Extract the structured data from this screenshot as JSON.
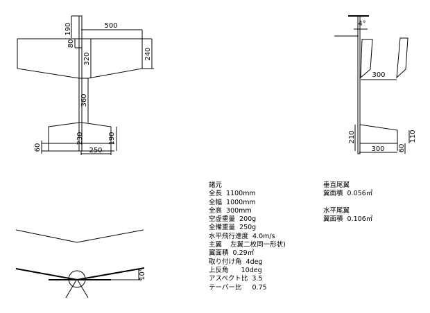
{
  "top_view": {
    "dims": {
      "nose": "190",
      "wing_half_span": "500",
      "wing_offset": "80",
      "root_chord": "320",
      "tip_chord": "240",
      "tail_arm": "360",
      "tail_root": "230",
      "tail_tip": "190",
      "tail_offset": "60",
      "tail_half_span": "250"
    }
  },
  "side_view": {
    "dims": {
      "incidence": "4°",
      "fin_gap": "300",
      "fin_height": "210",
      "fin_tip": "110",
      "fin_offset": "60",
      "fin_chord": "300"
    }
  },
  "front_view": {
    "dims": {
      "dihedral": "10°"
    }
  },
  "specs": {
    "lines": [
      "諸元",
      "全長  1100mm",
      "全幅  1000mm",
      "全高  300mm",
      "空虚重量  200g",
      "全備重量  250g",
      "水平飛行速度  4.0m/s",
      "主翼    左翼二枚同一形状)",
      "翼面積  0.29㎡",
      "取り付け角  4deg",
      "上反角      10deg",
      "アスペクト比  3.5",
      "テーパー比     0.75"
    ]
  },
  "tail_specs": {
    "vertical_title": "垂直尾翼",
    "vertical_area": "翼面積  0.056㎡",
    "horizontal_title": "水平尾翼",
    "horizontal_area": "翼面積  0.106㎡"
  }
}
